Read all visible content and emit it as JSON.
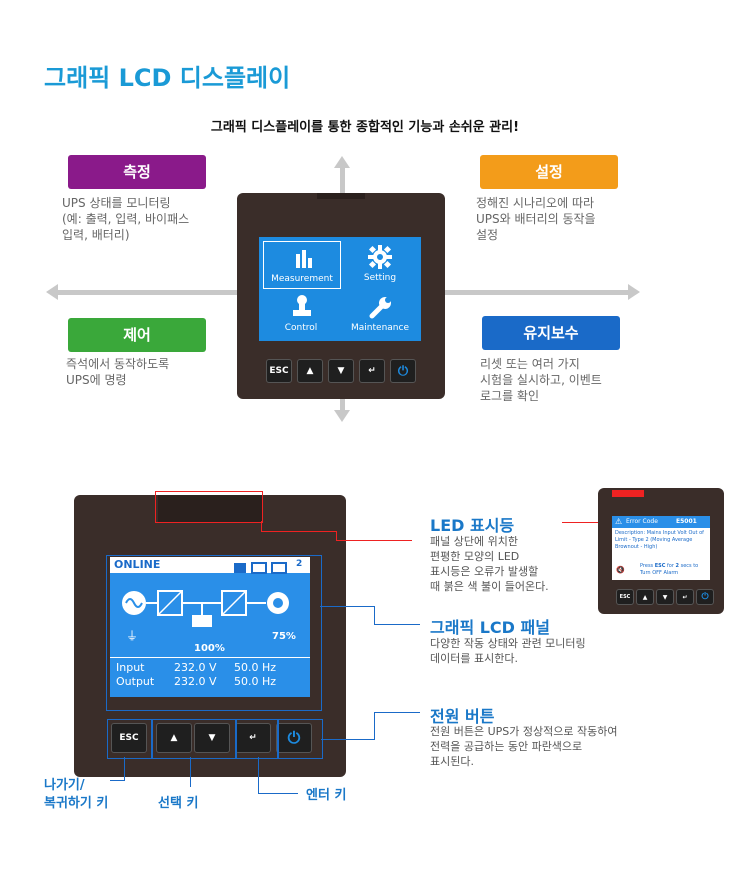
{
  "title": "그래픽 LCD 디스플레이",
  "subtitle": "그래픽 디스플레이를 통한 종합적인 기능과 손쉬운 관리!",
  "top_device": {
    "menu": {
      "measurement": "Measurement",
      "setting": "Setting",
      "control": "Control",
      "maintenance": "Maintenance"
    },
    "buttons": {
      "esc": "ESC",
      "up": "▲",
      "down": "▼",
      "enter": "↵",
      "power": "⏻"
    }
  },
  "features": {
    "measure": {
      "title": "측정",
      "desc1": "UPS 상태를 모니터링",
      "desc2": "(예: 출력, 입력, 바이패스",
      "desc3": "입력, 배터리)",
      "color": "#8a1a8a"
    },
    "setting": {
      "title": "설정",
      "desc1": "정해진 시나리오에 따라",
      "desc2": "UPS와 배터리의 동작을",
      "desc3": "설정",
      "color": "#f39c1a"
    },
    "control": {
      "title": "제어",
      "desc1": "즉석에서 동작하도록",
      "desc2": "UPS에 명령",
      "color": "#3aa83a"
    },
    "maintenance": {
      "title": "유지보수",
      "desc1": "리셋 또는 여러 가지",
      "desc2": "시험을 실시하고, 이벤트",
      "desc3": "로그를 확인",
      "color": "#1a6ac8"
    }
  },
  "main_device": {
    "status": "ONLINE",
    "icon_badge": "2",
    "battery_pct": "100%",
    "load_pct": "75%",
    "input_label": "Input",
    "input_voltage": "232.0 V",
    "input_freq": "50.0 Hz",
    "output_label": "Output",
    "output_voltage": "232.0 V",
    "output_freq": "50.0 Hz"
  },
  "error_device": {
    "error_code_label": "Error Code",
    "error_code": "E5001",
    "description": "Description: Mains Input Volt Out of Limit - Type 2 (Moving Average Brownout - High)",
    "press_text1": "Press",
    "press_esc": "ESC",
    "press_text2": "for",
    "press_secs": "2",
    "press_text3": "secs to Turn OFF Alarm"
  },
  "callouts": {
    "led": {
      "title": "LED 표시등",
      "desc1": "패널 상단에 위치한",
      "desc2": "편평한 모양의 LED",
      "desc3": "표시등은 오류가 발생할",
      "desc4": "때 붉은 색 불이 들어온다."
    },
    "lcd": {
      "title": "그래픽 LCD 패널",
      "desc1": "다양한 작동 상태와 관련 모니터링",
      "desc2": "데이터를 표시한다."
    },
    "power": {
      "title": "전원 버튼",
      "desc1": "전원 버튼은 UPS가 정상적으로 작동하여",
      "desc2": "전력을 공급하는 동안 파란색으로",
      "desc3": "표시된다."
    }
  },
  "keys": {
    "back_line1": "나가기/",
    "back_line2": "복귀하기 키",
    "select": "선택 키",
    "enter": "엔터 키"
  }
}
